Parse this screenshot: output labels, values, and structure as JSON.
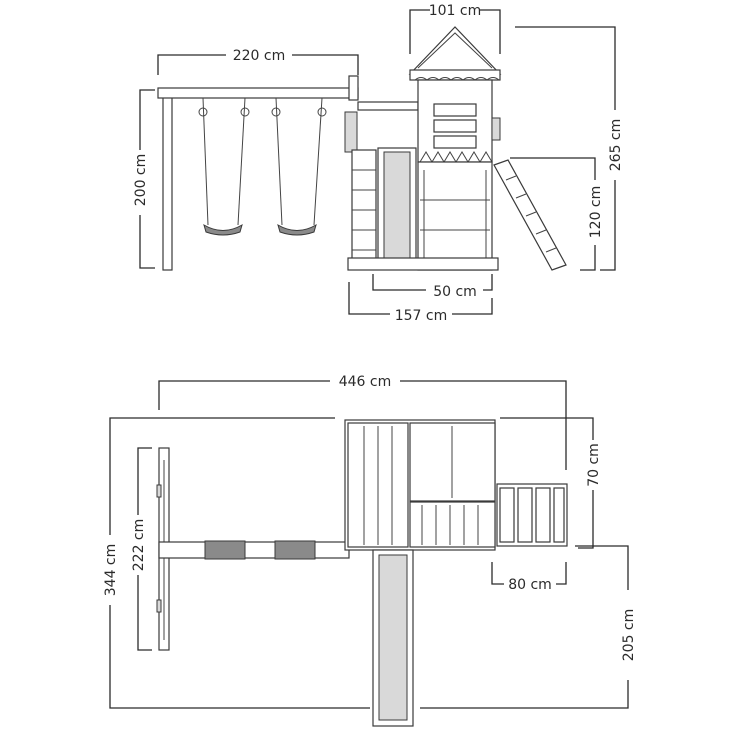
{
  "dimensions": {
    "swing_width": "220 cm",
    "tower_roof_width": "101 cm",
    "swing_height": "200 cm",
    "total_height": "265 cm",
    "platform_height": "120 cm",
    "slide_width": "50 cm",
    "tower_width": "157 cm",
    "total_length": "446 cm",
    "total_depth": "344 cm",
    "swing_frame_depth": "222 cm",
    "ladder_depth": "70 cm",
    "ladder_width": "80 cm",
    "slide_length": "205 cm"
  },
  "colors": {
    "line": "#2b2b2b",
    "fill": "#ffffff",
    "shade": "#d9d9d9"
  }
}
